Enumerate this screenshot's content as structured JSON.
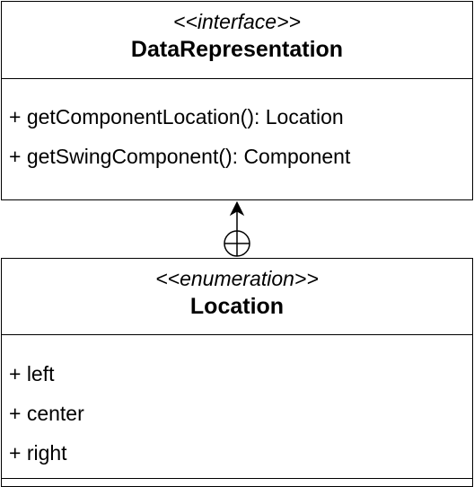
{
  "diagram": {
    "interface_box": {
      "stereotype": "<<interface>>",
      "name": "DataRepresentation",
      "methods": [
        "+ getComponentLocation(): Location",
        "+ getSwingComponent(): Component"
      ]
    },
    "enum_box": {
      "stereotype": "<<enumeration>>",
      "name": "Location",
      "literals": [
        "+ left",
        "+ center",
        "+ right"
      ]
    },
    "connector": {
      "type": "nested-containment",
      "from": "Location",
      "to": "DataRepresentation"
    }
  }
}
